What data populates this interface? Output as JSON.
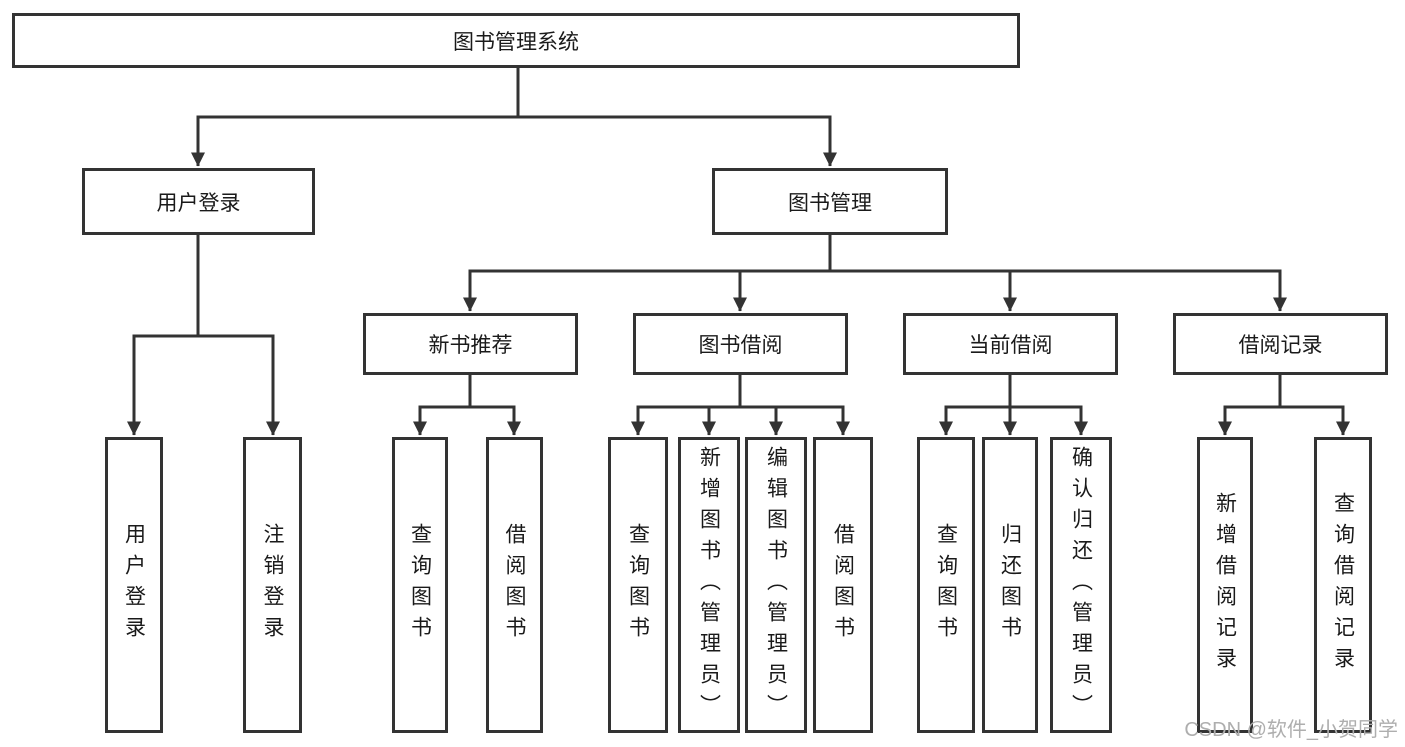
{
  "title": "图书管理系统",
  "tree": {
    "user_login": {
      "label": "用户登录",
      "children": [
        "用户登录",
        "注销登录"
      ]
    },
    "book_management": {
      "label": "图书管理",
      "children": [
        {
          "label": "新书推荐",
          "children": [
            "查询图书",
            "借阅图书"
          ]
        },
        {
          "label": "图书借阅",
          "children": [
            "查询图书",
            "新增图书（管理员）",
            "编辑图书（管理员）",
            "借阅图书"
          ]
        },
        {
          "label": "当前借阅",
          "children": [
            "查询图书",
            "归还图书",
            "确认归还（管理员）"
          ]
        },
        {
          "label": "借阅记录",
          "children": [
            "新增借阅记录",
            "查询借阅记录"
          ]
        }
      ]
    }
  },
  "watermark": "CSDN @软件_小贺同学",
  "colors": {
    "line": "#333333",
    "text": "#1a1a1a",
    "watermark": "#aeaeae"
  }
}
